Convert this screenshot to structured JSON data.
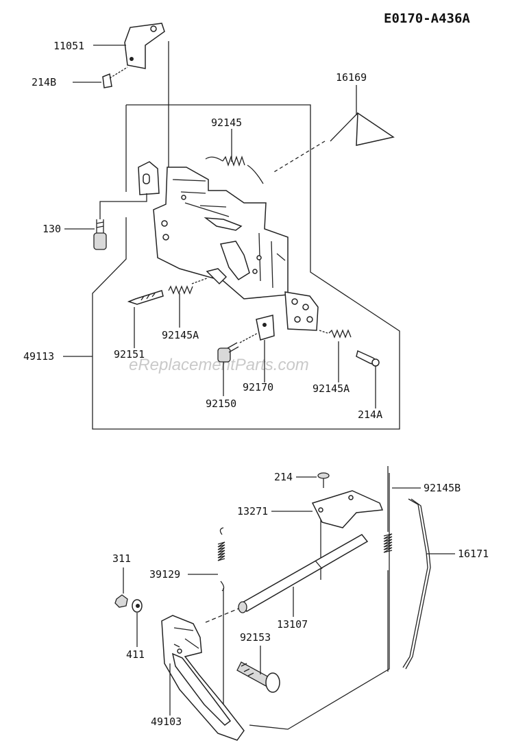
{
  "diagram": {
    "code": "E0170-A436A",
    "watermark": "eReplacementParts.com",
    "callouts": [
      {
        "id": "c-11051",
        "text": "11051"
      },
      {
        "id": "c-214b",
        "text": "214B"
      },
      {
        "id": "c-16169",
        "text": "16169"
      },
      {
        "id": "c-92145-top",
        "text": "92145"
      },
      {
        "id": "c-130",
        "text": "130"
      },
      {
        "id": "c-49113",
        "text": "49113"
      },
      {
        "id": "c-92151",
        "text": "92151"
      },
      {
        "id": "c-92145a-left",
        "text": "92145A"
      },
      {
        "id": "c-92170",
        "text": "92170"
      },
      {
        "id": "c-92150",
        "text": "92150"
      },
      {
        "id": "c-92145a-right",
        "text": "92145A"
      },
      {
        "id": "c-214a",
        "text": "214A"
      },
      {
        "id": "c-214",
        "text": "214"
      },
      {
        "id": "c-92145b",
        "text": "92145B"
      },
      {
        "id": "c-13271",
        "text": "13271"
      },
      {
        "id": "c-311",
        "text": "311"
      },
      {
        "id": "c-39129",
        "text": "39129"
      },
      {
        "id": "c-16171",
        "text": "16171"
      },
      {
        "id": "c-13107",
        "text": "13107"
      },
      {
        "id": "c-411",
        "text": "411"
      },
      {
        "id": "c-92153",
        "text": "92153"
      },
      {
        "id": "c-49103",
        "text": "49103"
      }
    ]
  }
}
